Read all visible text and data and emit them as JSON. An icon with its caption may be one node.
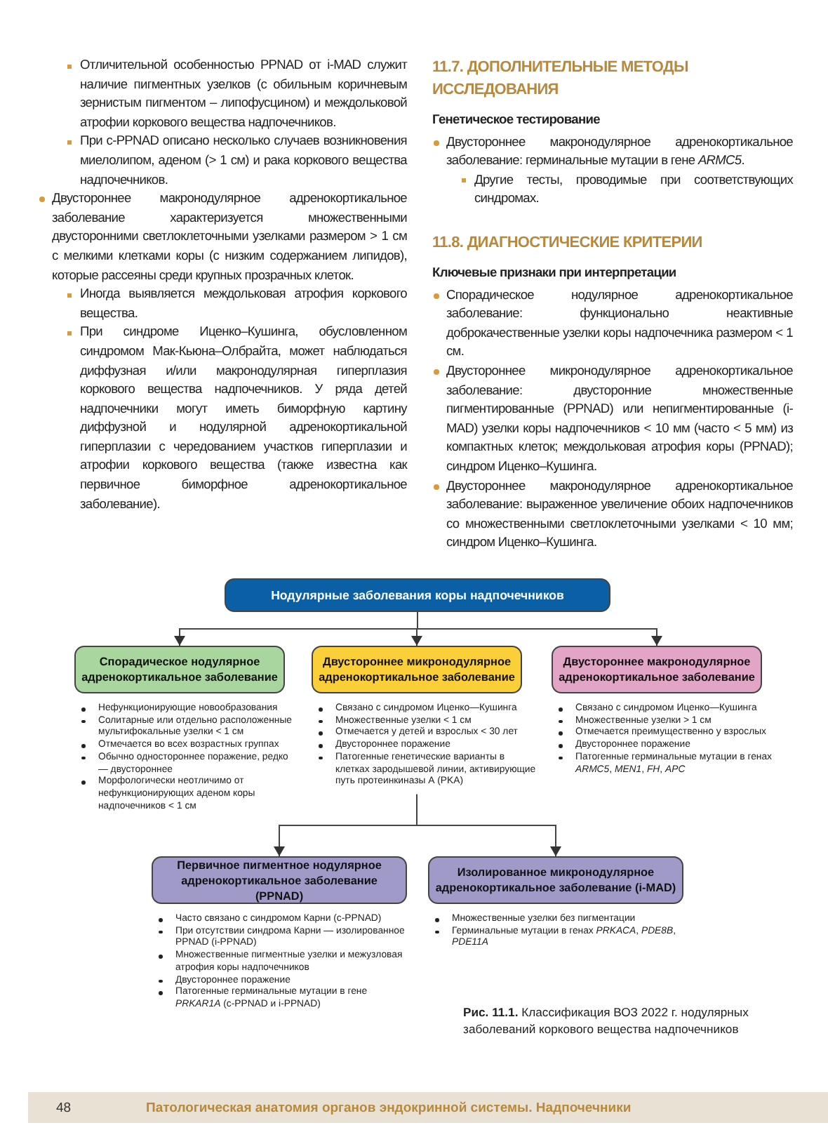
{
  "diagram": {
    "caption": "**Рис. 11.1.** Классификация ВОЗ 2022 г. нодулярных заболеваний коркового вещества надпочечников",
    "nodes": [
      {
        "text": [
          "Нодулярные заболевания коры надпочечников"
        ]
      },
      {
        "text": [
          "Спорадическое нодулярное адренокортикальное заболевание",
          "Нефункционирующие новообразования",
          "Солитарные или отдельно расположенные мультифокальные узелки < 1 см",
          "Отмечается во всех возрастных группах",
          "Обычно одностороннее поражение, редко — двустороннее",
          "Морфологически неотличимо от нефункционирующих аденом коры надпочечников < 1 см"
        ]
      },
      {
        "text": [
          "Двустороннее микронодулярное адренокортикальное заболевание",
          "Связано с синдромом Иценко—Кушинга",
          "Множественные узелки < 1 см",
          "Отмечается у детей и взрослых < 30 лет",
          "Двустороннее поражение",
          "Патогенные генетические варианты в клетках зародышевой линии, активирующие путь протеинкиназы А (PKA)"
        ]
      },
      {
        "text": [
          "Двустороннее макронодулярное адренокортикальное заболевание",
          "Связано с синдромом Иценко—Кушинга",
          "Множественные узелки > 1 см",
          "Отмечается преимущественно у взрослых",
          "Двустороннее поражение",
          "Патогенные герминальные мутации в генах *ARMC5*, *MEN1*, *FH*, *APC*"
        ]
      },
      {
        "text": [
          "Первичное пигментное нодулярное адренокортикальное заболевание (PPNAD)",
          "Часто связано с синдромом Карни (c-PPNAD)",
          "При отсутствии синдрома Карни — изолированное PPNAD (i-PPNAD)",
          "Множественные пигментные узелки и межузловая атрофия коры надпочечников",
          "Двустороннее поражение",
          "Патогенные герминальные мутации в гене *PRKAR1A* (c-PPNAD и i-PPNAD)"
        ]
      },
      {
        "text": [
          "Изолированное микронодулярное адренокортикальное заболевание (i-MAD)",
          "Множественные узелки без пигментации",
          "Герминальные мутации в генах *PRKACA*, *PDE8B*, *PDE11A*"
        ]
      }
    ],
    "edges": [
      {
        "from": 0,
        "to": 1,
        "arrow": "to"
      },
      {
        "from": 0,
        "to": 2,
        "arrow": "to"
      },
      {
        "from": 0,
        "to": 3,
        "arrow": "to"
      },
      {
        "from": 2,
        "to": 4,
        "arrow": "to"
      },
      {
        "from": 2,
        "to": 5,
        "arrow": "to"
      }
    ],
    "labels": [
      "Отличительной особенностью PPNAD от i-MAD служит наличие пигментных узелков (с обильным коричневым зернистым пигментом – липофусцином) и междольковой атрофии коркового вещества надпочечников.",
      "При c-PPNAD описано несколько случаев возникновения миелолипом, аденом (> 1 см) и рака коркового вещества надпочечников.",
      "Двустороннее макронодулярное адренокортикальное заболевание характеризуется множественными двусторонними светлоклеточными узелками размером > 1 см с мелкими клетками коры (с низким содержанием липидов), которые рассеяны среди крупных прозрачных клеток.",
      "Иногда выявляется междольковая атрофия коркового вещества.",
      "При синдроме Иценко–Кушинга, обусловленном синдромом Мак-Кьюна–Олбрайта, может наблюдаться диффузная и/или макронодулярная гиперплазия коркового вещества надпочечников. У ряда детей надпочечники могут иметь биморфную картину диффузной и нодулярной адренокортикальной гиперплазии с чередованием участков гиперплазии и атрофии коркового вещества (также известна как первичное биморфное адренокортикальное заболевание).",
      "11.7. ДОПОЛНИТЕЛЬНЫЕ МЕТОДЫ ИССЛЕДОВАНИЯ",
      "Генетическое тестирование",
      "Двустороннее макронодулярное адренокортикальное заболевание: герминальные мутации в гене *ARMC5*.",
      "Другие тесты, проводимые при соответствующих синдромах.",
      "11.8. ДИАГНОСТИЧЕСКИЕ КРИТЕРИИ",
      "Ключевые признаки при интерпретации",
      "Спорадическое нодулярное адренокортикальное заболевание: функционально неактивные доброкачественные узелки коры надпочечника размером < 1 см.",
      "Двустороннее микронодулярное адренокортикальное заболевание: двусторонние множественные пигментированные (PPNAD) или непигментированные (i-MAD) узелки коры надпочечников < 10 мм (часто < 5 мм) из компактных клеток; междольковая атрофия коры (PPNAD); синдром Иценко–Кушинга.",
      "Двустороннее макронодулярное адренокортикальное заболевание: выраженное увеличение обоих надпочечников со множественными светлоклеточными узелками < 10 мм; синдром Иценко–Кушинга.",
      "48",
      "Патологическая анатомия органов эндокринной системы. Надпочечники"
    ]
  }
}
